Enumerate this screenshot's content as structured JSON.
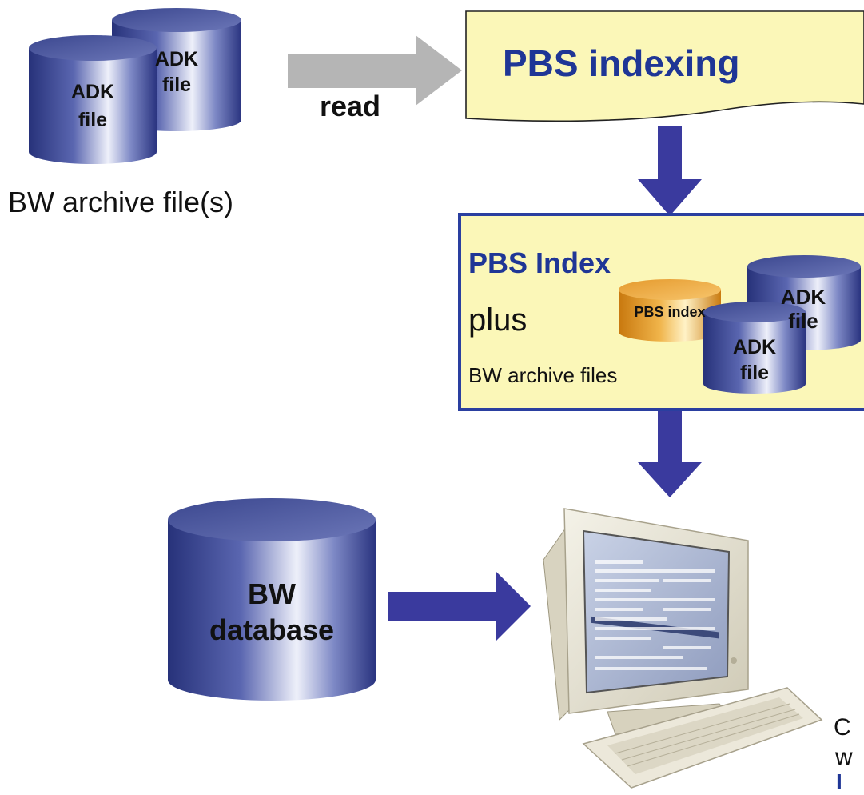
{
  "top_adk": {
    "back_label_line1": "ADK",
    "back_label_line2": "file",
    "front_label_line1": "ADK",
    "front_label_line2": "file"
  },
  "read_label": "read",
  "archive_caption": "BW archive file(s)",
  "indexing_title": "PBS indexing",
  "index_box": {
    "title": "PBS Index",
    "plus": "plus",
    "subtitle": "BW archive files",
    "pbs_cylinder_label": "PBS index",
    "back_adk_line1": "ADK",
    "back_adk_line2": "file",
    "front_adk_line1": "ADK",
    "front_adk_line2": "file"
  },
  "database": {
    "line1": "BW",
    "line2": "database"
  },
  "partial_text": {
    "line1": "C",
    "line2": "w",
    "line3": "I"
  },
  "colors": {
    "arrow_blue": "#3a3a9e",
    "arrow_gray": "#b5b5b5",
    "title_blue": "#1f3696",
    "box_fill": "#fbf7b8",
    "box_border": "#2a3fa0"
  }
}
